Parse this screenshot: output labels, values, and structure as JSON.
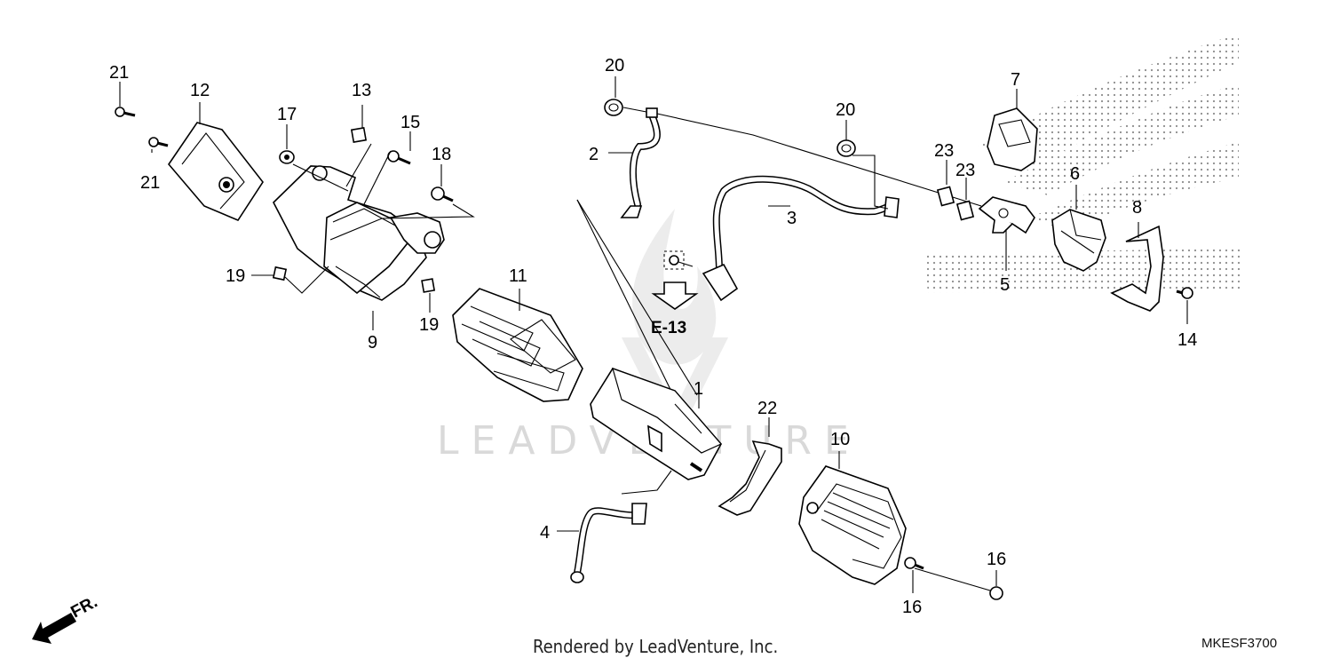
{
  "diagram": {
    "callouts": [
      "21",
      "12",
      "21",
      "17",
      "13",
      "15",
      "18",
      "19",
      "19",
      "9",
      "11",
      "20",
      "2",
      "3",
      "20",
      "7",
      "23",
      "23",
      "6",
      "8",
      "5",
      "14",
      "1",
      "22",
      "10",
      "4",
      "16",
      "16"
    ],
    "reference_label": "E-13",
    "direction_label": "FR.",
    "watermark": "LEADVENTURE",
    "footer_text": "Rendered by LeadVenture, Inc.",
    "drawing_code": "MKESF3700"
  },
  "icons": [
    "front-direction-arrow-icon",
    "reference-arrow-icon",
    "brand-logo-watermark"
  ]
}
